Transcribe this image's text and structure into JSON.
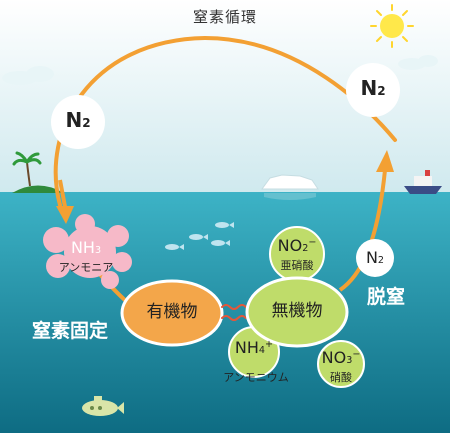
{
  "title": "窒素循環",
  "colors": {
    "sky": "#d8eef2",
    "sea_top": "#3fb0c4",
    "sea_bottom": "#0f6f85",
    "cycle_arrow": "#f3a033",
    "organic": "#f3a64a",
    "inorganic": "#bfdc6a",
    "ammonia": "#f6b9c8"
  },
  "labels": {
    "n2_left": "N",
    "n2_left_sub": "2",
    "n2_right": "N",
    "n2_right_sub": "2",
    "n2_small": "N",
    "n2_small_sub": "2",
    "nh3": "NH",
    "nh3_sub": "3",
    "nh3_name": "アンモニア",
    "fixation": "窒素固定",
    "organic": "有機物",
    "inorganic": "無機物",
    "no2": "NO",
    "no2_sub": "2",
    "no2_sup": "−",
    "no2_name": "亜硝酸",
    "nh4": "NH",
    "nh4_sub": "4",
    "nh4_sup": "+",
    "nh4_name": "アンモニウム",
    "no3": "NO",
    "no3_sub": "3",
    "no3_sup": "−",
    "no3_name": "硝酸",
    "denitrification": "脱窒"
  }
}
